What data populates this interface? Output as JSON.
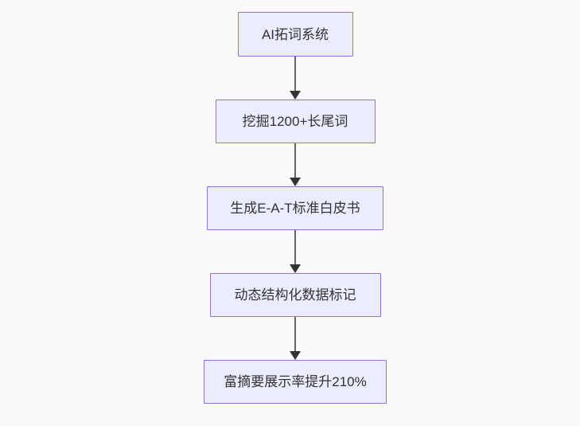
{
  "diagram": {
    "type": "flowchart-top-down",
    "nodes": [
      {
        "id": "step-1",
        "label": "AI拓词系统"
      },
      {
        "id": "step-2",
        "label": "挖掘1200+长尾词"
      },
      {
        "id": "step-3",
        "label": "生成E-A-T标准白皮书"
      },
      {
        "id": "step-4",
        "label": "动态结构化数据标记"
      },
      {
        "id": "step-5",
        "label": "富摘要展示率提升210%"
      }
    ],
    "edges": [
      {
        "from": "step-1",
        "to": "step-2"
      },
      {
        "from": "step-2",
        "to": "step-3"
      },
      {
        "from": "step-3",
        "to": "step-4"
      },
      {
        "from": "step-4",
        "to": "step-5"
      }
    ],
    "colors": {
      "background": "#fafafa",
      "node_fill": "#ECECFF",
      "node_border": "#9370DB",
      "node_text": "#333333",
      "edge_line": "#666666",
      "edge_arrowhead": "#333333"
    }
  }
}
